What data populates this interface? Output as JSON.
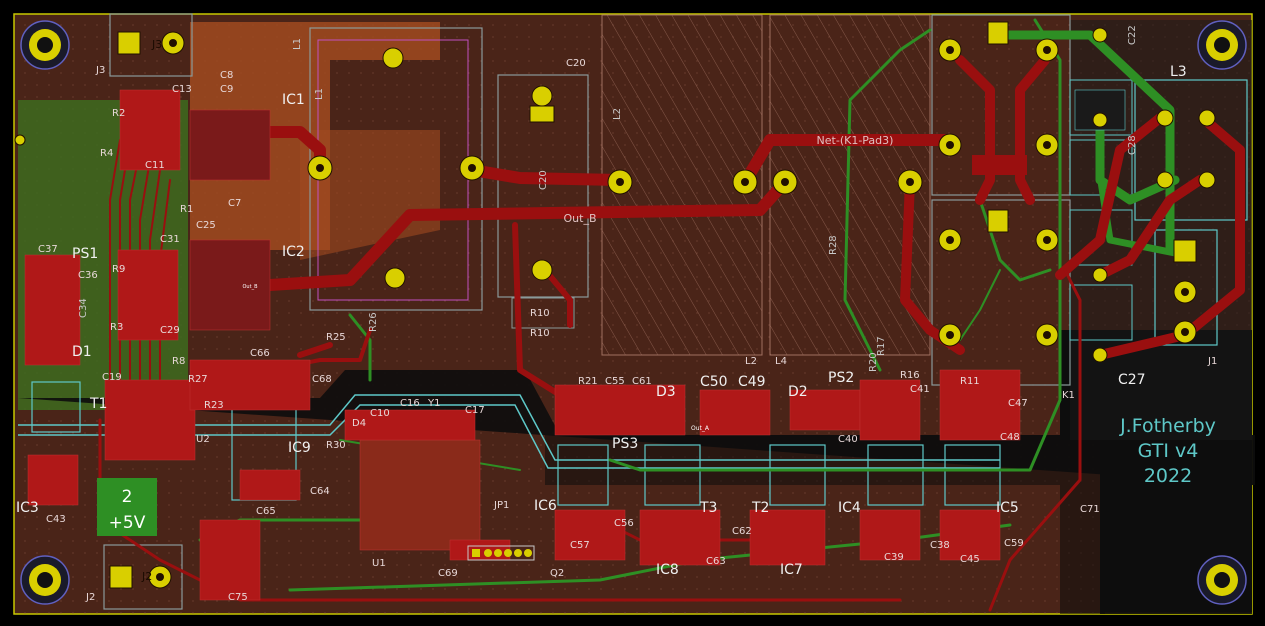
{
  "colors": {
    "board": "#4a2418",
    "copper_top": "#9a0f0f",
    "copper_bottom": "#2e8f24",
    "pad_ring": "#d9cf00",
    "silk": "#5ec8c8",
    "courtyard": "#c050c0",
    "edge": "#c8c800",
    "background": "#000000",
    "keepout": "#0d0d0d"
  },
  "silkscreen": {
    "author": "J.Fotherby",
    "project": "GTI v4",
    "year": "2022"
  },
  "trace_labels": {
    "net_k1": "Net-(K1-Pad3)",
    "out_b": "Out_B",
    "out_a": "Out_A",
    "out_b_small": "Out_B"
  },
  "regulator_tag": {
    "line1": "2",
    "line2": "+5V"
  },
  "references": [
    {
      "id": "J3",
      "text": "J3"
    },
    {
      "id": "J3b",
      "text": "J3"
    },
    {
      "id": "L1",
      "text": "L1"
    },
    {
      "id": "L1b",
      "text": "L1"
    },
    {
      "id": "C20",
      "text": "C20"
    },
    {
      "id": "C20b",
      "text": "C20"
    },
    {
      "id": "L2",
      "text": "L2"
    },
    {
      "id": "L2b",
      "text": "L2"
    },
    {
      "id": "L4",
      "text": "L4"
    },
    {
      "id": "L3",
      "text": "L3"
    },
    {
      "id": "C22",
      "text": "C22"
    },
    {
      "id": "C28",
      "text": "C28"
    },
    {
      "id": "C27",
      "text": "C27"
    },
    {
      "id": "J1",
      "text": "J1"
    },
    {
      "id": "K1",
      "text": "K1"
    },
    {
      "id": "C8",
      "text": "C8"
    },
    {
      "id": "C9",
      "text": "C9"
    },
    {
      "id": "C13",
      "text": "C13"
    },
    {
      "id": "C11",
      "text": "C11"
    },
    {
      "id": "C7",
      "text": "C7"
    },
    {
      "id": "C25",
      "text": "C25"
    },
    {
      "id": "C31",
      "text": "C31"
    },
    {
      "id": "C29",
      "text": "C29"
    },
    {
      "id": "R1",
      "text": "R1"
    },
    {
      "id": "R2",
      "text": "R2"
    },
    {
      "id": "R4",
      "text": "R4"
    },
    {
      "id": "R9",
      "text": "R9"
    },
    {
      "id": "R8",
      "text": "R8"
    },
    {
      "id": "IC1",
      "text": "IC1"
    },
    {
      "id": "IC2",
      "text": "IC2"
    },
    {
      "id": "PS1",
      "text": "PS1"
    },
    {
      "id": "C37",
      "text": "C37"
    },
    {
      "id": "C36",
      "text": "C36"
    },
    {
      "id": "C34",
      "text": "C34"
    },
    {
      "id": "D1",
      "text": "D1"
    },
    {
      "id": "T1",
      "text": "T1"
    },
    {
      "id": "C19",
      "text": "C19"
    },
    {
      "id": "U2",
      "text": "U2"
    },
    {
      "id": "IC3",
      "text": "IC3"
    },
    {
      "id": "C43",
      "text": "C43"
    },
    {
      "id": "J2",
      "text": "J2"
    },
    {
      "id": "J2b",
      "text": "J2"
    },
    {
      "id": "IC9",
      "text": "IC9"
    },
    {
      "id": "C64",
      "text": "C64"
    },
    {
      "id": "C65",
      "text": "C65"
    },
    {
      "id": "C66",
      "text": "C66"
    },
    {
      "id": "C68",
      "text": "C68"
    },
    {
      "id": "R23",
      "text": "R23"
    },
    {
      "id": "R25",
      "text": "R25"
    },
    {
      "id": "R26",
      "text": "R26"
    },
    {
      "id": "R27",
      "text": "R27"
    },
    {
      "id": "U1",
      "text": "U1"
    },
    {
      "id": "Y1",
      "text": "Y1"
    },
    {
      "id": "C10",
      "text": "C10"
    },
    {
      "id": "C16",
      "text": "C16"
    },
    {
      "id": "C17",
      "text": "C17"
    },
    {
      "id": "D4",
      "text": "D4"
    },
    {
      "id": "R30",
      "text": "R30"
    },
    {
      "id": "C69",
      "text": "C69"
    },
    {
      "id": "Q2",
      "text": "Q2"
    },
    {
      "id": "JP1",
      "text": "JP1"
    },
    {
      "id": "R10",
      "text": "R10"
    },
    {
      "id": "R10b",
      "text": "R10"
    },
    {
      "id": "C50",
      "text": "C50"
    },
    {
      "id": "C49",
      "text": "C49"
    },
    {
      "id": "D3",
      "text": "D3"
    },
    {
      "id": "D2",
      "text": "D2"
    },
    {
      "id": "C55",
      "text": "C55"
    },
    {
      "id": "C61",
      "text": "C61"
    },
    {
      "id": "R21",
      "text": "R21"
    },
    {
      "id": "PS3",
      "text": "PS3"
    },
    {
      "id": "PS2",
      "text": "PS2"
    },
    {
      "id": "C41",
      "text": "C41"
    },
    {
      "id": "C40",
      "text": "C40"
    },
    {
      "id": "R16",
      "text": "R16"
    },
    {
      "id": "R17",
      "text": "R17"
    },
    {
      "id": "R20",
      "text": "R20"
    },
    {
      "id": "R11",
      "text": "R11"
    },
    {
      "id": "C47",
      "text": "C47"
    },
    {
      "id": "C48",
      "text": "C48"
    },
    {
      "id": "IC6",
      "text": "IC6"
    },
    {
      "id": "IC8",
      "text": "IC8"
    },
    {
      "id": "T3",
      "text": "T3"
    },
    {
      "id": "T2",
      "text": "T2"
    },
    {
      "id": "IC7",
      "text": "IC7"
    },
    {
      "id": "IC4",
      "text": "IC4"
    },
    {
      "id": "IC5",
      "text": "IC5"
    },
    {
      "id": "C56",
      "text": "C56"
    },
    {
      "id": "C57",
      "text": "C57"
    },
    {
      "id": "C62",
      "text": "C62"
    },
    {
      "id": "C63",
      "text": "C63"
    },
    {
      "id": "C39",
      "text": "C39"
    },
    {
      "id": "C38",
      "text": "C38"
    },
    {
      "id": "C45",
      "text": "C45"
    },
    {
      "id": "C59",
      "text": "C59"
    },
    {
      "id": "C71",
      "text": "C71"
    },
    {
      "id": "C75",
      "text": "C75"
    },
    {
      "id": "R28",
      "text": "R28"
    },
    {
      "id": "R3",
      "text": "R3"
    }
  ]
}
